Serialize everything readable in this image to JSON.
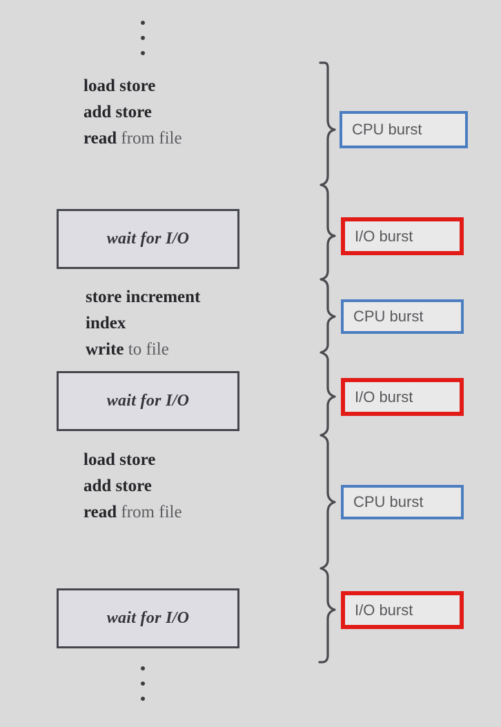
{
  "diagram": {
    "title": "CPU burst and I/O burst alternating cycle",
    "background_color": "#dadada",
    "colors": {
      "cpu_border": "#4a7ec0",
      "io_border": "#e21b17",
      "wait_box_border": "#46464e",
      "wait_box_fill": "#dddde3",
      "brace": "#4a4a50",
      "text": "#2f2f33"
    }
  },
  "ellipsis": {
    "top": {
      "dots": 3
    },
    "bottom": {
      "dots": 3
    }
  },
  "code_blocks": [
    {
      "id": "code-1",
      "lines": [
        {
          "keyword": "load store",
          "argument": ""
        },
        {
          "keyword": "add store",
          "argument": ""
        },
        {
          "keyword": "read",
          "argument": " from file"
        }
      ]
    },
    {
      "id": "code-2",
      "lines": [
        {
          "keyword": "store increment",
          "argument": ""
        },
        {
          "keyword": "index",
          "argument": ""
        },
        {
          "keyword": "write",
          "argument": " to file"
        }
      ]
    },
    {
      "id": "code-3",
      "lines": [
        {
          "keyword": "load store",
          "argument": ""
        },
        {
          "keyword": "add store",
          "argument": ""
        },
        {
          "keyword": "read",
          "argument": " from file"
        }
      ]
    }
  ],
  "wait_boxes": [
    {
      "id": "wait-1",
      "label": "wait for I/O"
    },
    {
      "id": "wait-2",
      "label": "wait for I/O"
    },
    {
      "id": "wait-3",
      "label": "wait for I/O"
    }
  ],
  "burst_boxes": [
    {
      "id": "burst-1",
      "label": "CPU burst",
      "type": "cpu"
    },
    {
      "id": "burst-2",
      "label": "I/O burst",
      "type": "io"
    },
    {
      "id": "burst-3",
      "label": "CPU burst",
      "type": "cpu"
    },
    {
      "id": "burst-4",
      "label": "I/O burst",
      "type": "io"
    },
    {
      "id": "burst-5",
      "label": "CPU burst",
      "type": "cpu"
    },
    {
      "id": "burst-6",
      "label": "I/O burst",
      "type": "io"
    }
  ]
}
